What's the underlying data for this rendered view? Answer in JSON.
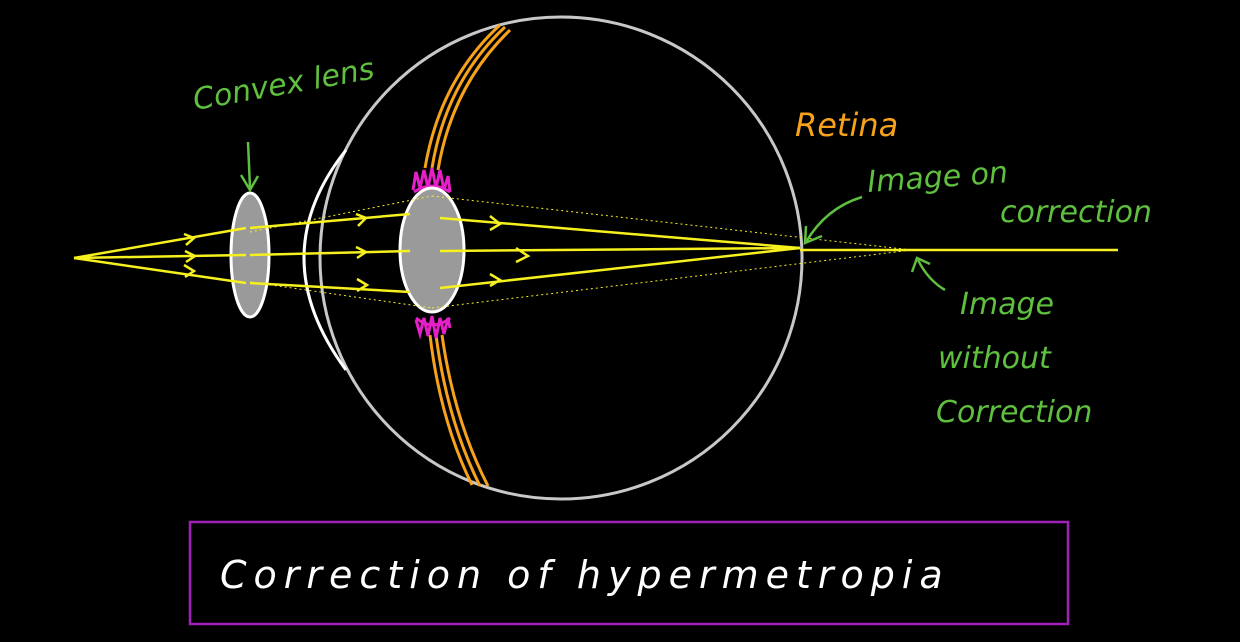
{
  "labels": {
    "convex_lens": "Convex lens",
    "retina": "Retina",
    "image_on_1": "Image on",
    "image_on_2": "correction",
    "image_without_1": "Image",
    "image_without_2": "without",
    "image_without_3": "Correction",
    "caption": "Correction of hypermetropia"
  },
  "colors": {
    "background": "#000000",
    "ray": "#f5f01e",
    "label_green": "#5fbf3f",
    "retina_orange": "#f6a21a",
    "muscle_pink": "#e620c8",
    "lens_fill": "#9a9a9a",
    "eye_outline": "#c8c8c8",
    "caption_border": "#a020b8",
    "caption_text": "#ffffff"
  }
}
